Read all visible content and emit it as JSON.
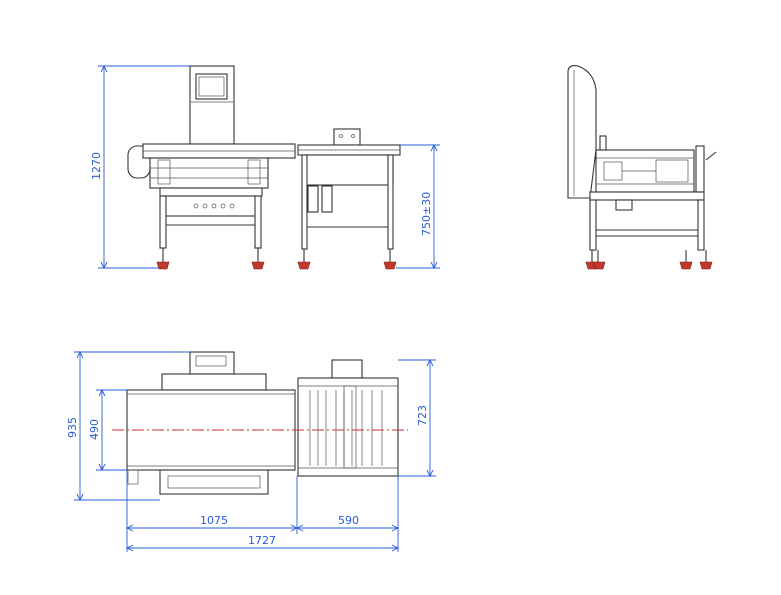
{
  "dimensions": {
    "front_height": "1270",
    "table_height": "750±30",
    "top_width": "935",
    "belt_width": "490",
    "reject_width": "723",
    "checkweigher_length": "1075",
    "reject_length": "590",
    "total_length": "1727"
  },
  "colors": {
    "outline": "#333333",
    "dimension": "#2a5bd7",
    "foot": "#c0392b",
    "centerline": "#d0302a"
  }
}
